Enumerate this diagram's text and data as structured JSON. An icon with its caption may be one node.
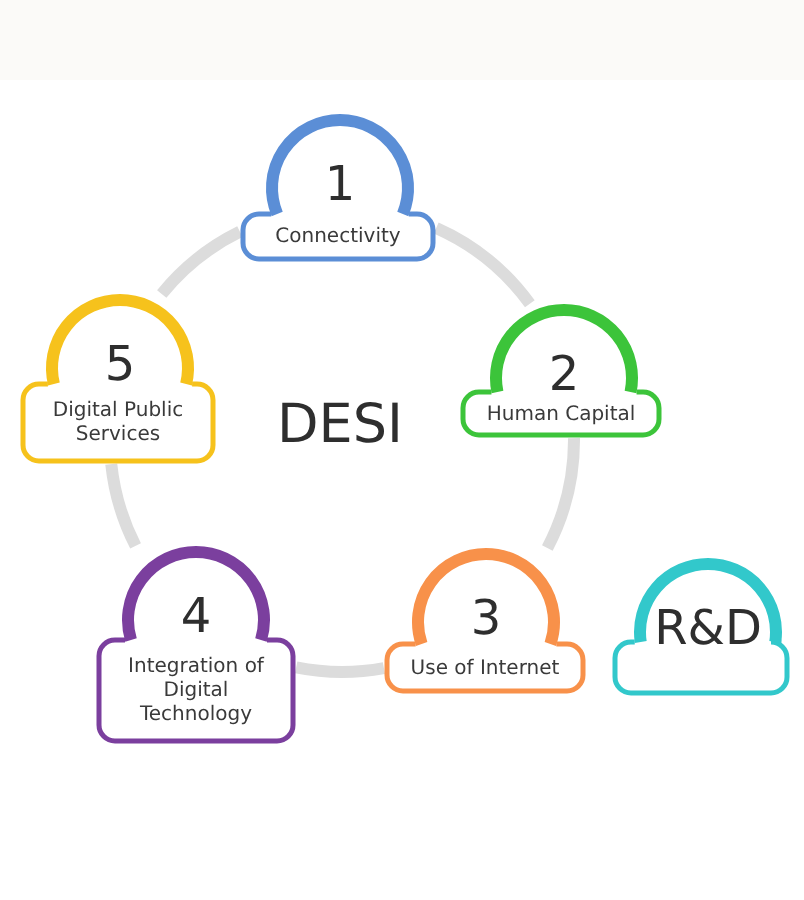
{
  "diagram": {
    "nodes": [
      {
        "text": [
          "1",
          "Connectivity"
        ]
      },
      {
        "text": [
          "2",
          "Human Capital"
        ]
      },
      {
        "text": [
          "3",
          "Use of Internet"
        ]
      },
      {
        "text": [
          "4",
          "Integration of Digital Technology"
        ]
      },
      {
        "text": [
          "5",
          "Digital Public Services"
        ]
      },
      {
        "text": [
          "R&D"
        ]
      }
    ],
    "edges": [
      {
        "from": 0,
        "to": 1,
        "arrow": "none"
      },
      {
        "from": 1,
        "to": 2,
        "arrow": "none"
      },
      {
        "from": 2,
        "to": 3,
        "arrow": "none"
      },
      {
        "from": 3,
        "to": 4,
        "arrow": "none"
      },
      {
        "from": 4,
        "to": 0,
        "arrow": "none"
      }
    ],
    "labels": [
      "DESI"
    ]
  }
}
